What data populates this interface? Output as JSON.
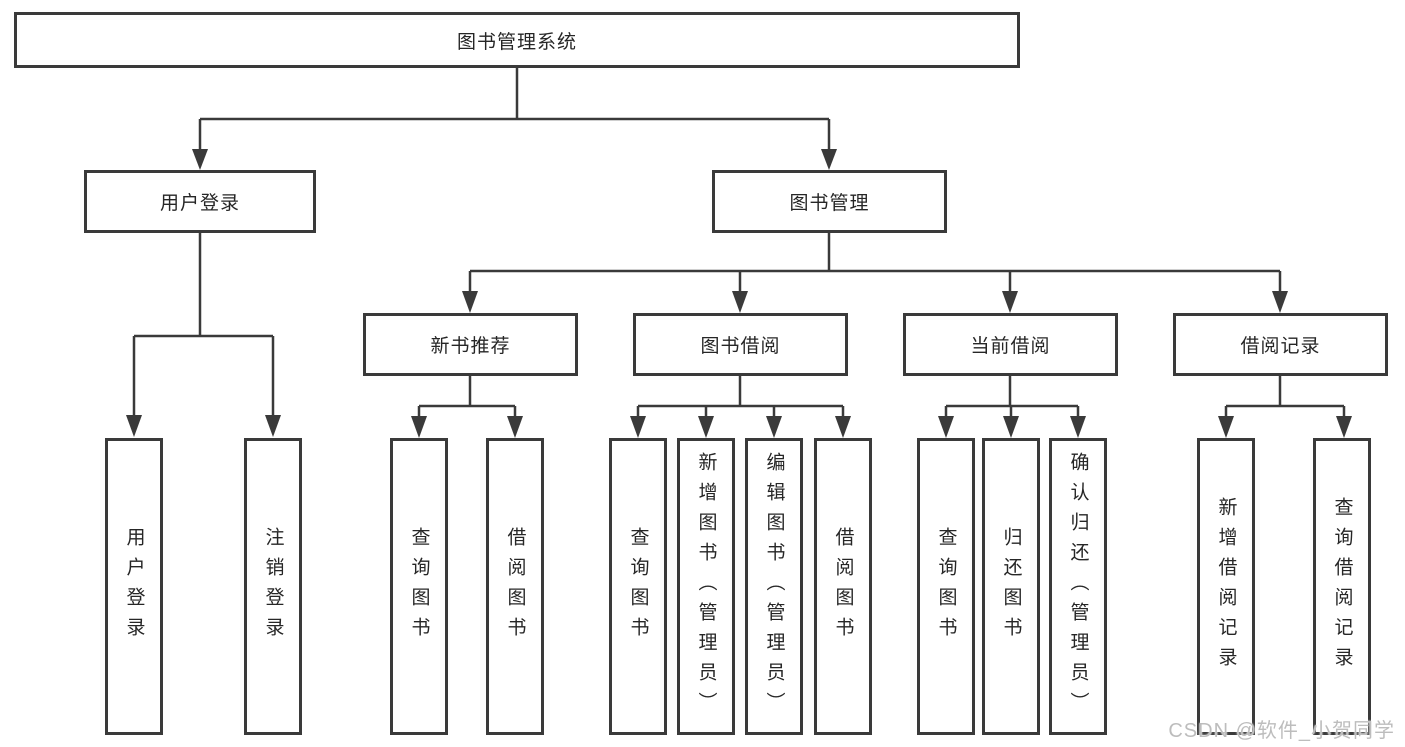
{
  "colors": {
    "line": "#3a3a3a",
    "box_border": "#3a3a3a",
    "text": "#262626",
    "background": "#ffffff",
    "watermark": "#bdbdbd"
  },
  "tree": {
    "root": {
      "label": "图书管理系统"
    },
    "children": [
      {
        "label": "用户登录",
        "children": [
          {
            "label": "用户登录"
          },
          {
            "label": "注销登录"
          }
        ]
      },
      {
        "label": "图书管理",
        "children": [
          {
            "label": "新书推荐",
            "children": [
              {
                "label": "查询图书"
              },
              {
                "label": "借阅图书"
              }
            ]
          },
          {
            "label": "图书借阅",
            "children": [
              {
                "label": "查询图书"
              },
              {
                "label": "新增图书（管理员）"
              },
              {
                "label": "编辑图书（管理员）"
              },
              {
                "label": "借阅图书"
              }
            ]
          },
          {
            "label": "当前借阅",
            "children": [
              {
                "label": "查询图书"
              },
              {
                "label": "归还图书"
              },
              {
                "label": "确认归还（管理员）"
              }
            ]
          },
          {
            "label": "借阅记录",
            "children": [
              {
                "label": "新增借阅记录"
              },
              {
                "label": "查询借阅记录"
              }
            ]
          }
        ]
      }
    ]
  },
  "watermark": {
    "text": "CSDN @软件_小贺同学"
  }
}
